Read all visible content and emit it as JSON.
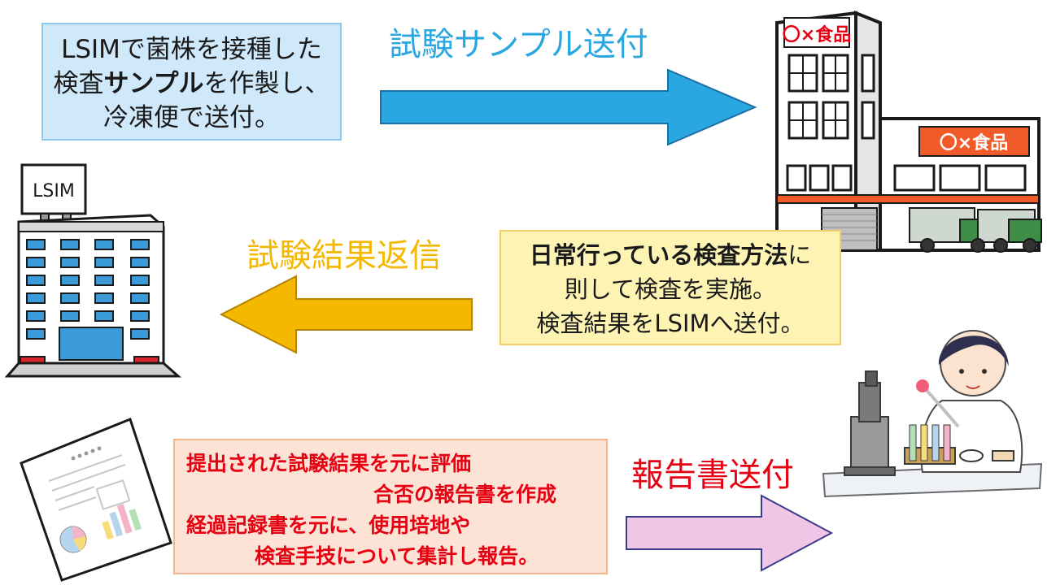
{
  "step1": {
    "box_line1": "LSIMで菌株を接種した",
    "box_line2_pre": "検査",
    "box_line2_bold": "サンプル",
    "box_line2_post": "を作製し、",
    "box_line3": "冷凍便で送付。",
    "arrow_label": "試験サンプル送付",
    "arrow_color": "#2aa6e0",
    "box_bg": "#cfe9fb",
    "box_border": "#8fc8ef",
    "label_color": "#2aa6e0"
  },
  "step2": {
    "box_line1_bold": "日常行っている検査方法",
    "box_line1_post": "に",
    "box_line2": "則して検査を実施。",
    "box_line3": "検査結果をLSIMへ送付。",
    "arrow_label": "試験結果返信",
    "arrow_color": "#f5b800",
    "box_bg": "#fdf4b3",
    "box_border": "#f3cf6b",
    "label_color": "#f5b800"
  },
  "step3": {
    "box_line1": "提出された試験結果を元に評価",
    "box_line2": "合否の報告書を作成",
    "box_line3": "経過記録書を元に、使用培地や",
    "box_line4": "検査手技について集計し報告。",
    "arrow_label": "報告書送付",
    "arrow_color": "#f0c6e6",
    "arrow_border": "#3a3a8a",
    "box_bg": "#fde3d6",
    "box_border": "#f3b78f",
    "text_color": "#e60012",
    "label_color": "#e60012"
  },
  "factory": {
    "sign_top": "〇×食品",
    "sign_side": "〇×食品"
  },
  "lsim_building": {
    "sign": "LSIM"
  }
}
